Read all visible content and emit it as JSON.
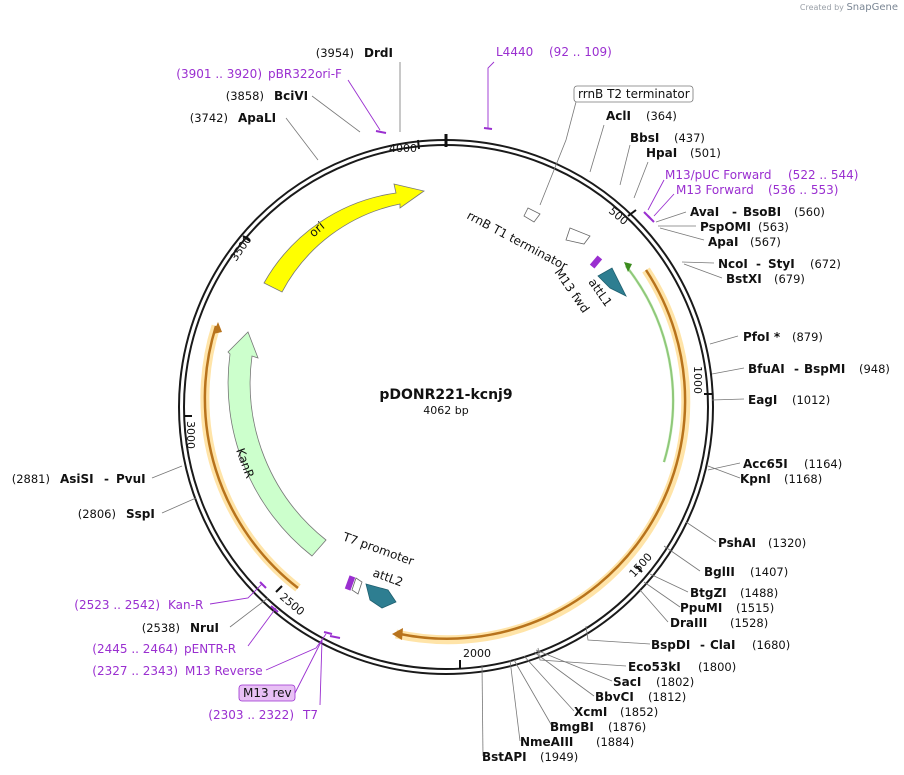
{
  "credit": {
    "prefix": "Created by",
    "brand": "SnapGene"
  },
  "plasmid": {
    "name": "pDONR221-kcnj9",
    "length_label": "4062 bp",
    "length": 4062
  },
  "ticks": [
    "500",
    "1000",
    "1500",
    "2000",
    "2500",
    "3000",
    "3500",
    "4000"
  ],
  "enzymes": [
    {
      "name": "DrdI",
      "pos": "(3954)"
    },
    {
      "name": "BciVI",
      "pos": "(3858)"
    },
    {
      "name": "ApaLI",
      "pos": "(3742)"
    },
    {
      "name": "AclI",
      "pos": "(364)"
    },
    {
      "name": "BbsI",
      "pos": "(437)"
    },
    {
      "name": "HpaI",
      "pos": "(501)"
    },
    {
      "name": "AvaI",
      "pos": ""
    },
    {
      "name": "BsoBI",
      "pos": "(560)"
    },
    {
      "name": "PspOMI",
      "pos": "(563)"
    },
    {
      "name": "ApaI",
      "pos": "(567)"
    },
    {
      "name": "NcoI",
      "pos": ""
    },
    {
      "name": "StyI",
      "pos": "(672)"
    },
    {
      "name": "BstXI",
      "pos": "(679)"
    },
    {
      "name": "PfoI *",
      "pos": "(879)"
    },
    {
      "name": "BfuAI",
      "pos": ""
    },
    {
      "name": "BspMI",
      "pos": "(948)"
    },
    {
      "name": "EagI",
      "pos": "(1012)"
    },
    {
      "name": "Acc65I",
      "pos": "(1164)"
    },
    {
      "name": "KpnI",
      "pos": "(1168)"
    },
    {
      "name": "PshAI",
      "pos": "(1320)"
    },
    {
      "name": "BglII",
      "pos": "(1407)"
    },
    {
      "name": "BtgZI",
      "pos": "(1488)"
    },
    {
      "name": "PpuMI",
      "pos": "(1515)"
    },
    {
      "name": "DraIII",
      "pos": "(1528)"
    },
    {
      "name": "BspDI",
      "pos": ""
    },
    {
      "name": "ClaI",
      "pos": "(1680)"
    },
    {
      "name": "Eco53kI",
      "pos": "(1800)"
    },
    {
      "name": "SacI",
      "pos": "(1802)"
    },
    {
      "name": "BbvCI",
      "pos": "(1812)"
    },
    {
      "name": "XcmI",
      "pos": "(1852)"
    },
    {
      "name": "BmgBI",
      "pos": "(1876)"
    },
    {
      "name": "NmeAIII",
      "pos": "(1884)"
    },
    {
      "name": "BstAPI",
      "pos": "(1949)"
    },
    {
      "name": "NruI",
      "pos": "(2538)"
    },
    {
      "name": "SspI",
      "pos": "(2806)"
    },
    {
      "name": "AsiSI",
      "pos": "(2881)"
    },
    {
      "name": "PvuI",
      "pos": ""
    }
  ],
  "primers": [
    {
      "name": "L4440",
      "range": "(92 .. 109)"
    },
    {
      "name": "pBR322ori-F",
      "range": "(3901 .. 3920)"
    },
    {
      "name": "M13/pUC Forward",
      "range": "(522 .. 544)"
    },
    {
      "name": "M13 Forward",
      "range": "(536 .. 553)"
    },
    {
      "name": "Kan-R",
      "range": "(2523 .. 2542)"
    },
    {
      "name": "pENTR-R",
      "range": "(2445 .. 2464)"
    },
    {
      "name": "M13 Reverse",
      "range": "(2327 .. 2343)"
    },
    {
      "name": "T7",
      "range": "(2303 .. 2322)"
    }
  ],
  "boxed_labels": {
    "terminator": "rrnB T2 terminator",
    "m13rev": "M13 rev"
  },
  "features": {
    "ori": "ori",
    "kanr": "KanR",
    "rrnb_t1": "rrnB T1 terminator",
    "m13fwd": "M13 fwd",
    "attl1": "attL1",
    "t7promoter": "T7 promoter",
    "attl2": "attL2"
  },
  "colors": {
    "ori": "#ffff00",
    "kanr": "#ccffcc",
    "attL": "#2e7e91",
    "primer": "#9a2fd0",
    "insert_orange": "#b8731c",
    "insert_green": "#3c8c1e",
    "highlight": "#ffe4a8"
  }
}
